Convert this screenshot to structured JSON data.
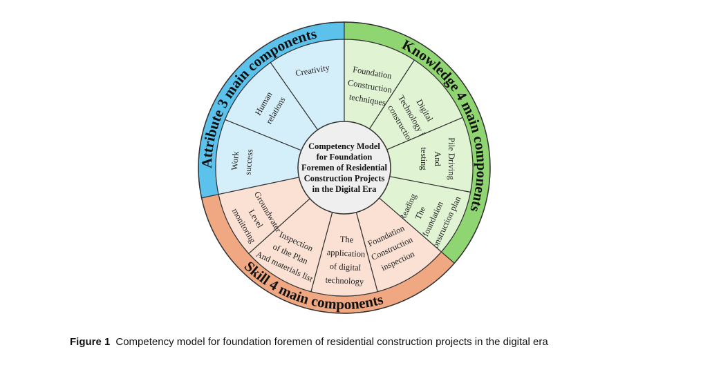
{
  "center_title": [
    "Competency Model",
    "for Foundation",
    "Foremen of Residential",
    "Construction Projects",
    "in the Digital Era"
  ],
  "groups": [
    {
      "name": "Attribute 3 main components",
      "ring_color": "#5cc2ec",
      "segment_color": "#d4eefa",
      "segments": [
        {
          "lines": [
            "Work",
            "success"
          ]
        },
        {
          "lines": [
            "Human",
            "relations"
          ]
        },
        {
          "lines": [
            "Creativity"
          ]
        }
      ]
    },
    {
      "name": "Knowledge 4 main components",
      "ring_color": "#8fd672",
      "segment_color": "#e0f4d3",
      "segments": [
        {
          "lines": [
            "Foundation",
            "Construction",
            "techniques"
          ]
        },
        {
          "lines": [
            "Digital",
            "Technology in",
            "construction"
          ]
        },
        {
          "lines": [
            "Pile Driving",
            "And",
            "testing"
          ]
        },
        {
          "lines": [
            "Reading",
            "The",
            "foundation",
            "Construction plan"
          ]
        }
      ]
    },
    {
      "name": "Skill 4 main components",
      "ring_color": "#f0a882",
      "segment_color": "#fbe1d4",
      "segments": [
        {
          "lines": [
            "Foundation",
            "Construction",
            "inspection"
          ]
        },
        {
          "lines": [
            "The",
            "application",
            "of digital",
            "technology"
          ]
        },
        {
          "lines": [
            "Inspection",
            "of the Plan",
            "And materials list"
          ]
        },
        {
          "lines": [
            "Groundwater",
            "Level",
            "monitoring"
          ]
        }
      ]
    }
  ],
  "caption": {
    "label": "Figure 1",
    "text": "Competency model for foundation foremen of residential construction projects in the digital era"
  }
}
